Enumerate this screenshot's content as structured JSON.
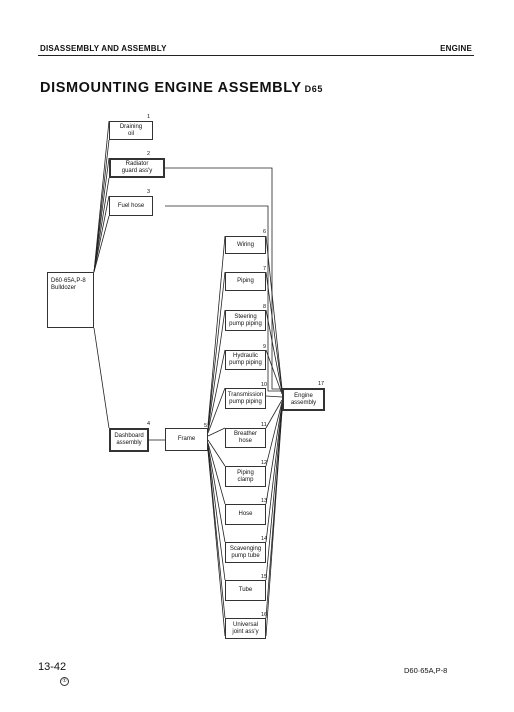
{
  "header": {
    "left": "DISASSEMBLY AND ASSEMBLY",
    "right": "ENGINE"
  },
  "title": {
    "main": "DISMOUNTING ENGINE ASSEMBLY",
    "suffix": "D65"
  },
  "nodes": {
    "root": {
      "label": "D60·65A,P-8\nBulldozer"
    },
    "n1": {
      "num": "1",
      "label": "Draining\noil"
    },
    "n2": {
      "num": "2",
      "label": "Radiator\nguard ass'y"
    },
    "n3": {
      "num": "3",
      "label": "Fuel hose"
    },
    "n4": {
      "num": "4",
      "label": "Dashboard\nassembly"
    },
    "n5": {
      "num": "5",
      "label": "Frame"
    },
    "n6": {
      "num": "6",
      "label": "Wiring"
    },
    "n7": {
      "num": "7",
      "label": "Piping"
    },
    "n8": {
      "num": "8",
      "label": "Steering\npump piping"
    },
    "n9": {
      "num": "9",
      "label": "Hydraulic\npump piping"
    },
    "n10": {
      "num": "10",
      "label": "Transmission\npump piping"
    },
    "n11": {
      "num": "11",
      "label": "Breather\nhose"
    },
    "n12": {
      "num": "12",
      "label": "Piping\nclamp"
    },
    "n13": {
      "num": "13",
      "label": "Hose"
    },
    "n14": {
      "num": "14",
      "label": "Scavenging\npump tube"
    },
    "n15": {
      "num": "15",
      "label": "Tube"
    },
    "n16": {
      "num": "16",
      "label": "Universal\njoint ass'y"
    },
    "n17": {
      "num": "17",
      "label": "Engine\nassembly"
    }
  },
  "footer": {
    "page": "13-42",
    "mark": "①",
    "model": "D60·65A,P-8"
  }
}
